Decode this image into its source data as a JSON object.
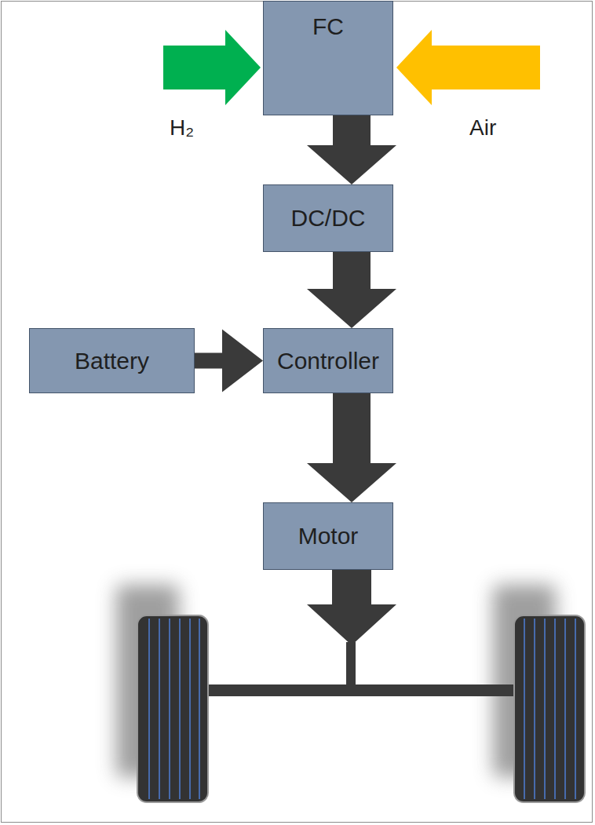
{
  "diagram": {
    "nodes": [
      {
        "text": [
          "FC"
        ]
      },
      {
        "text": [
          "DC/DC"
        ]
      },
      {
        "text": [
          "Battery"
        ]
      },
      {
        "text": [
          "Controller"
        ]
      },
      {
        "text": [
          "Motor"
        ]
      }
    ],
    "edges": [
      {
        "from": 0,
        "to": 1,
        "arrow": "to"
      },
      {
        "from": 1,
        "to": 3,
        "arrow": "to"
      },
      {
        "from": 2,
        "to": 3,
        "arrow": "to"
      },
      {
        "from": 3,
        "to": 4,
        "arrow": "to"
      }
    ],
    "labels": [
      "H₂",
      "Air"
    ]
  }
}
